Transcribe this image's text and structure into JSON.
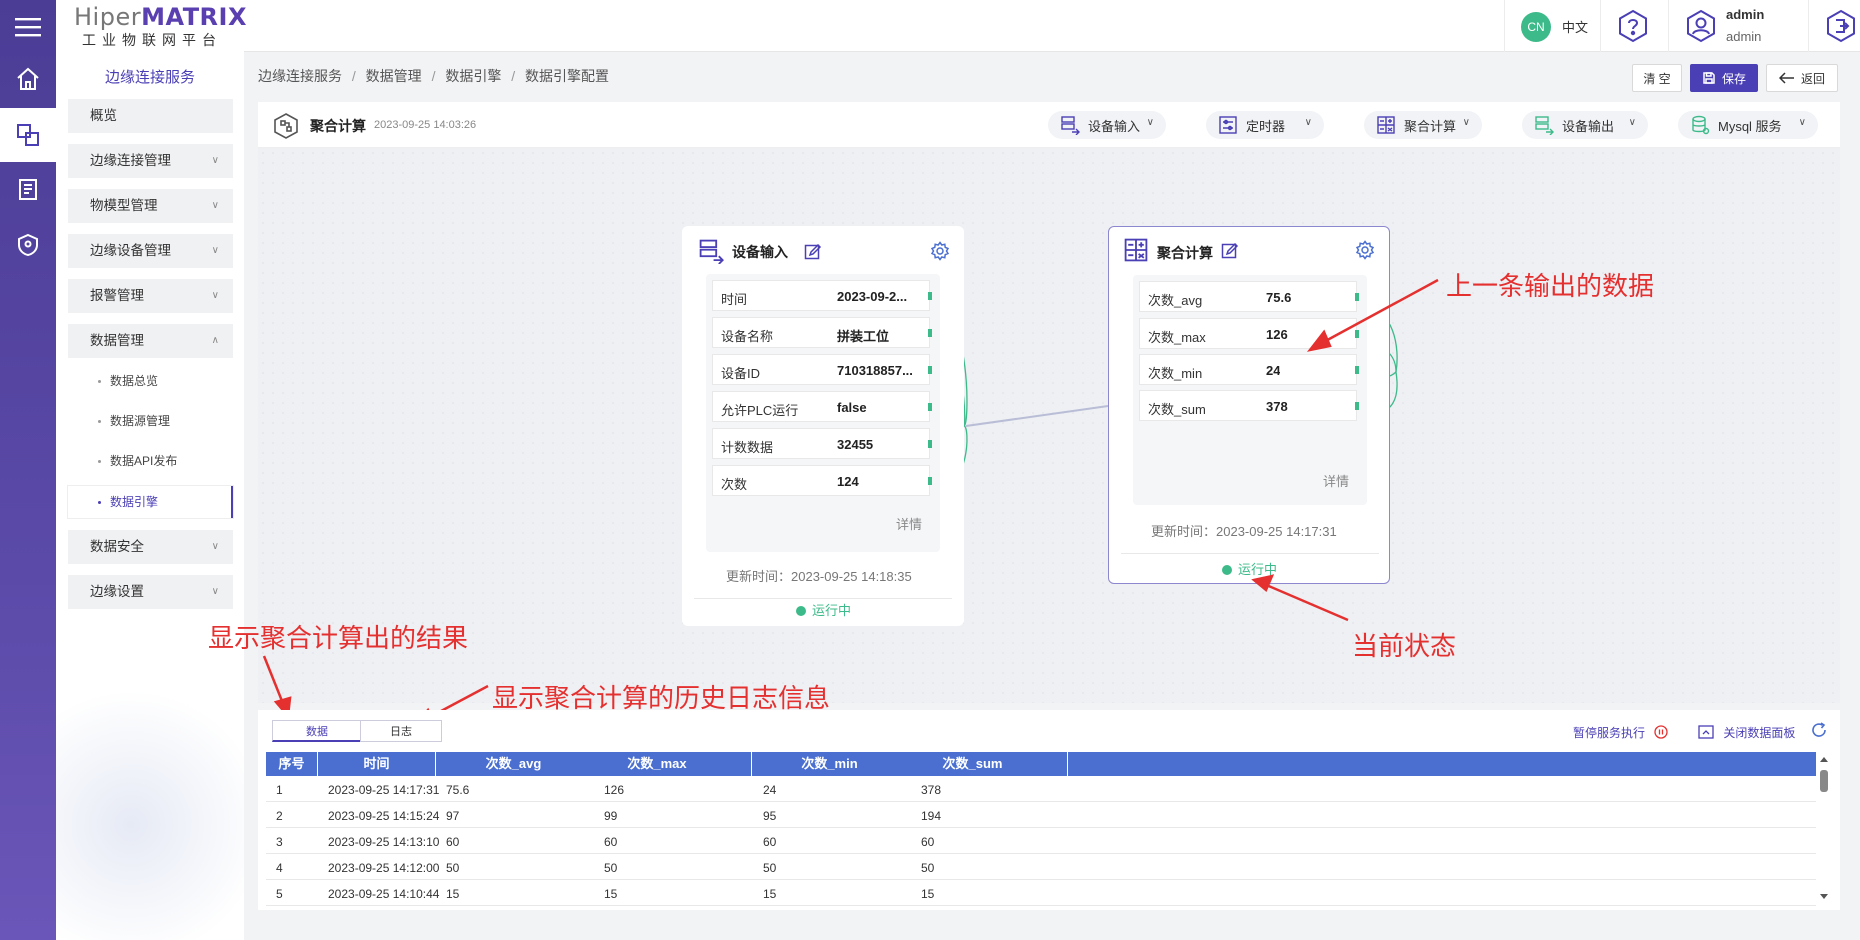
{
  "header": {
    "logo_primary": "Hiper",
    "logo_accent": "MATRIX",
    "logo_subtitle": "工业物联网平台",
    "lang_badge": "CN",
    "lang_label": "中文",
    "user_name": "admin",
    "user_role": "admin"
  },
  "sidebar": {
    "title": "边缘连接服务",
    "items": [
      {
        "label": "概览"
      },
      {
        "label": "边缘连接管理"
      },
      {
        "label": "物模型管理"
      },
      {
        "label": "边缘设备管理"
      },
      {
        "label": "报警管理"
      },
      {
        "label": "数据管理"
      },
      {
        "label": "数据安全"
      },
      {
        "label": "边缘设置"
      }
    ],
    "sub_items": [
      {
        "label": "数据总览"
      },
      {
        "label": "数据源管理"
      },
      {
        "label": "数据API发布"
      },
      {
        "label": "数据引擎"
      }
    ]
  },
  "breadcrumb": {
    "items": [
      "边缘连接服务",
      "数据管理",
      "数据引擎",
      "数据引擎配置"
    ],
    "sep": "/"
  },
  "actions": {
    "clear": "清 空",
    "save": "保存",
    "back": "返回"
  },
  "toolbar": {
    "title": "聚合计算",
    "time": "2023-09-25 14:03:26",
    "pills": [
      {
        "label": "设备输入"
      },
      {
        "label": "定时器"
      },
      {
        "label": "聚合计算"
      },
      {
        "label": "设备输出"
      },
      {
        "label": "Mysql 服务"
      }
    ]
  },
  "node_input": {
    "title": "设备输入",
    "rows": [
      {
        "key": "时间",
        "value": "2023-09-2..."
      },
      {
        "key": "设备名称",
        "value": "拼装工位"
      },
      {
        "key": "设备ID",
        "value": "710318857..."
      },
      {
        "key": "允许PLC运行",
        "value": "false"
      },
      {
        "key": "计数数据",
        "value": "32455"
      },
      {
        "key": "次数",
        "value": "124"
      }
    ],
    "detail": "详情",
    "updated": "更新时间：2023-09-25 14:18:35",
    "status": "运行中"
  },
  "node_agg": {
    "title": "聚合计算",
    "rows": [
      {
        "key": "次数_avg",
        "value": "75.6"
      },
      {
        "key": "次数_max",
        "value": "126"
      },
      {
        "key": "次数_min",
        "value": "24"
      },
      {
        "key": "次数_sum",
        "value": "378"
      }
    ],
    "detail": "详情",
    "updated": "更新时间：2023-09-25 14:17:31",
    "status": "运行中"
  },
  "annotations": {
    "last_output": "上一条输出的数据",
    "current_status": "当前状态",
    "show_result": "显示聚合计算出的结果",
    "show_log": "显示聚合计算的历史日志信息"
  },
  "panel": {
    "tab_data": "数据",
    "tab_log": "日志",
    "pause": "暂停服务执行",
    "close": "关闭数据面板",
    "columns": [
      "序号",
      "时间",
      "次数_avg",
      "次数_max",
      "次数_min",
      "次数_sum"
    ],
    "rows": [
      [
        "1",
        "2023-09-25 14:17:31",
        "75.6",
        "126",
        "24",
        "378"
      ],
      [
        "2",
        "2023-09-25 14:15:24",
        "97",
        "99",
        "95",
        "194"
      ],
      [
        "3",
        "2023-09-25 14:13:10",
        "60",
        "60",
        "60",
        "60"
      ],
      [
        "4",
        "2023-09-25 14:12:00",
        "50",
        "50",
        "50",
        "50"
      ],
      [
        "5",
        "2023-09-25 14:10:44",
        "15",
        "15",
        "15",
        "15"
      ]
    ]
  },
  "colors": {
    "brand": "#4a3fb5",
    "running": "#3dba8a",
    "annotation": "#e53030",
    "table_header": "#4a6fd0"
  }
}
